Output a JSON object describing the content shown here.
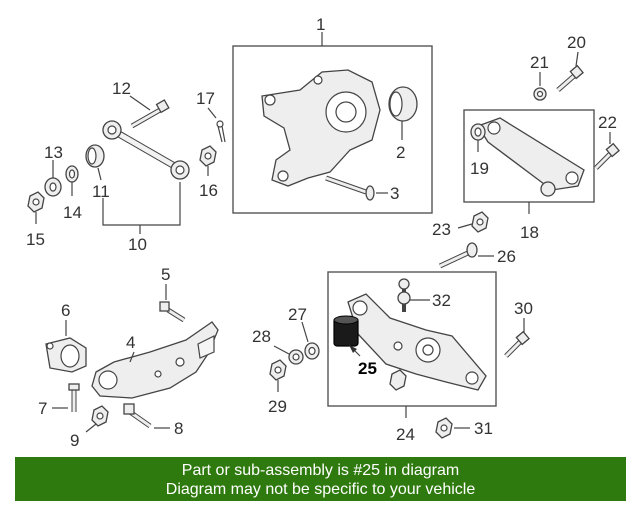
{
  "diagram": {
    "labels": {
      "p1": "1",
      "p2": "2",
      "p3": "3",
      "p4": "4",
      "p5": "5",
      "p6": "6",
      "p7": "7",
      "p8": "8",
      "p9": "9",
      "p10": "10",
      "p11": "11",
      "p12": "12",
      "p13": "13",
      "p14": "14",
      "p15": "15",
      "p16": "16",
      "p17": "17",
      "p18": "18",
      "p19": "19",
      "p20": "20",
      "p21": "21",
      "p22": "22",
      "p23": "23",
      "p24": "24",
      "p25": "25",
      "p26": "26",
      "p27": "27",
      "p28": "28",
      "p29": "29",
      "p30": "30",
      "p31": "31",
      "p32": "32"
    },
    "highlight_color": "#1a1a1a"
  },
  "banner": {
    "line1": "Part or sub-assembly is #25 in diagram",
    "line2": "Diagram may not be specific to your vehicle",
    "color": "#2f7a0f"
  }
}
